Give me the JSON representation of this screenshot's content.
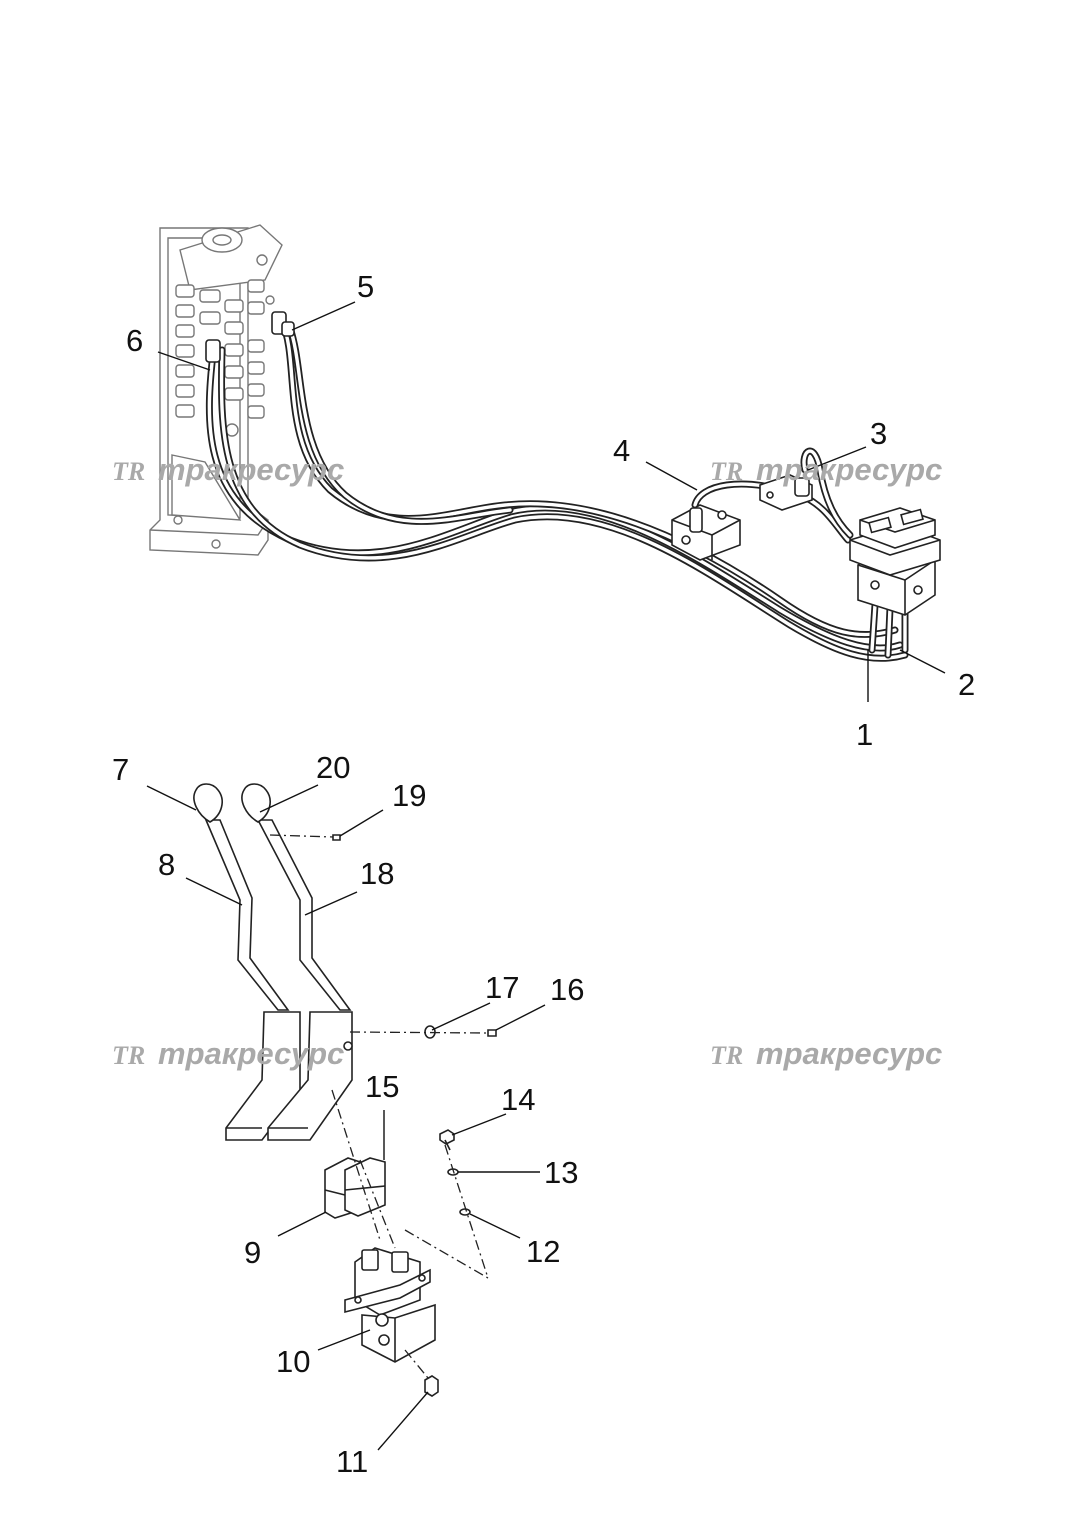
{
  "callouts": [
    {
      "id": "1",
      "text": "1"
    },
    {
      "id": "2",
      "text": "2"
    },
    {
      "id": "3",
      "text": "3"
    },
    {
      "id": "4",
      "text": "4"
    },
    {
      "id": "5",
      "text": "5"
    },
    {
      "id": "6",
      "text": "6"
    },
    {
      "id": "7",
      "text": "7"
    },
    {
      "id": "8",
      "text": "8"
    },
    {
      "id": "9",
      "text": "9"
    },
    {
      "id": "10",
      "text": "10"
    },
    {
      "id": "11",
      "text": "11"
    },
    {
      "id": "12",
      "text": "12"
    },
    {
      "id": "13",
      "text": "13"
    },
    {
      "id": "14",
      "text": "14"
    },
    {
      "id": "15",
      "text": "15"
    },
    {
      "id": "16",
      "text": "16"
    },
    {
      "id": "17",
      "text": "17"
    },
    {
      "id": "18",
      "text": "18"
    },
    {
      "id": "19",
      "text": "19"
    },
    {
      "id": "20",
      "text": "20"
    }
  ],
  "watermark": {
    "logo": "TR",
    "text": "тракресурс",
    "color": "#a9a9a9"
  },
  "colors": {
    "line": "#111111",
    "background": "#ffffff"
  }
}
